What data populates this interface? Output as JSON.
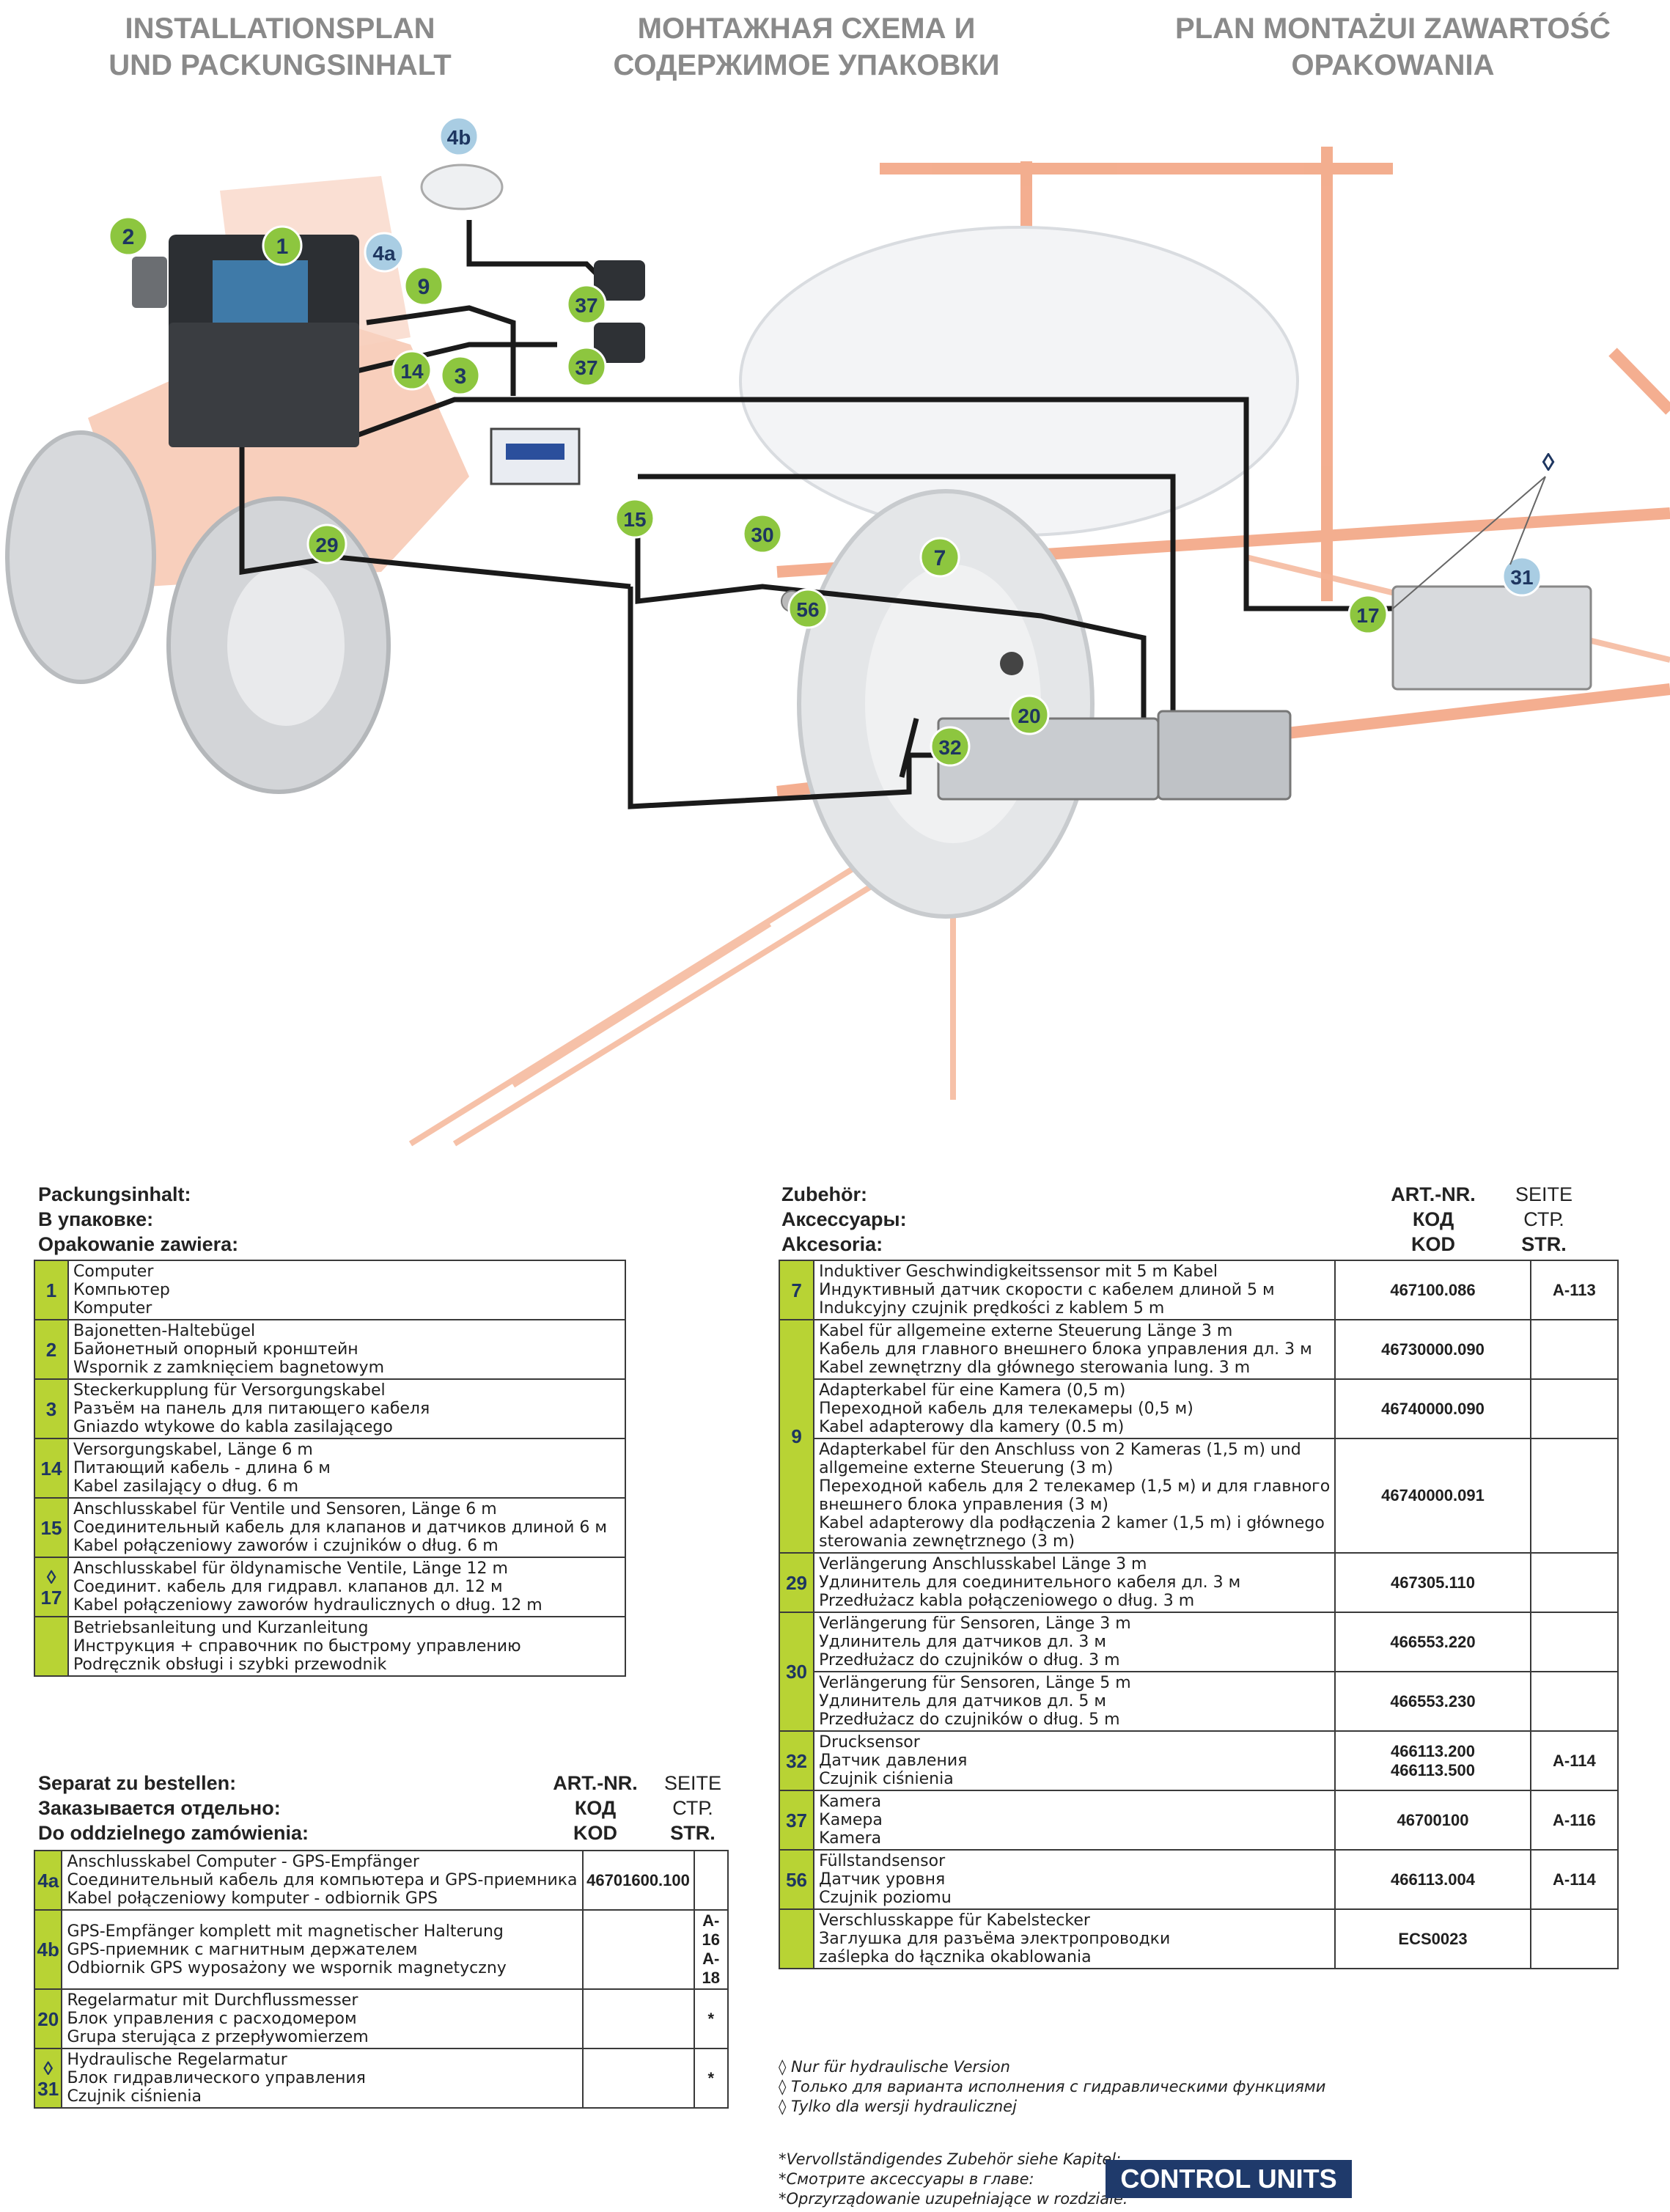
{
  "headers": [
    [
      "INSTALLATIONSPLAN",
      "UND PACKUNGSINHALT"
    ],
    [
      "МОНТАЖНАЯ СХЕМА И",
      "СОДЕРЖИМОЕ УПАКОВКИ"
    ],
    [
      "PLAN MONTAŻUI ZAWARTOŚĆ",
      "OPAKOWANIA"
    ]
  ],
  "diagram": {
    "callouts": [
      "2",
      "1",
      "4a",
      "4b",
      "9",
      "37",
      "37",
      "14",
      "3",
      "29",
      "15",
      "30",
      "7",
      "56",
      "20",
      "32",
      "17",
      "31",
      "◊"
    ],
    "colors": {
      "callout_fill": "#8dc63f",
      "callout_blue": "#a9cde3",
      "frame": "#f08a5d",
      "cable": "#1a1a1a"
    }
  },
  "packaging": {
    "title": [
      "Packungsinhalt:",
      "В упаковке:",
      "Opakowanie zawiera:"
    ],
    "rows": [
      {
        "num": "1",
        "lines": [
          "Computer",
          "Компьютер",
          "Komputer"
        ]
      },
      {
        "num": "2",
        "lines": [
          "Bajonetten-Haltebügel",
          "Байонетный опорный кронштейн",
          "Wspornik z zamknięciem bagnetowym"
        ]
      },
      {
        "num": "3",
        "lines": [
          "Steckerkupplung für Versorgungskabel",
          "Разъём на панель для питающего кабеля",
          "Gniazdo wtykowe do kabla zasilającego"
        ]
      },
      {
        "num": "14",
        "lines": [
          "Versorgungskabel, Länge 6 m",
          "Питающий кабель - длина 6 м",
          "Kabel zasilający o dług. 6 m"
        ]
      },
      {
        "num": "15",
        "lines": [
          "Anschlusskabel für Ventile und Sensoren, Länge 6 m",
          "Соединительный кабель для клапанов и датчиков длиной 6 м",
          "Kabel połączeniowy zaworów i czujników o dług. 6 m"
        ]
      },
      {
        "num": "◊ 17",
        "lines": [
          "Anschlusskabel für öldynamische Ventile, Länge 12 m",
          "Соединит. кабель для гидравл. клапанов дл. 12 м",
          "Kabel połączeniowy zaworów hydraulicznych o dług. 12 m"
        ]
      },
      {
        "num": "",
        "lines": [
          "Betriebsanleitung und Kurzanleitung",
          "Инструкция + справочник по быстрому управлению",
          "Podręcznik obsługi i szybki przewodnik"
        ]
      }
    ]
  },
  "separate": {
    "title": [
      "Separat zu bestellen:",
      "Заказывается отдельно:",
      "Do oddzielnego zamówienia:"
    ],
    "col_code": [
      "ART.-NR.",
      "КОД",
      "KOD"
    ],
    "col_page": [
      "SEITE",
      "СТР.",
      "STR."
    ],
    "rows": [
      {
        "num": "4a",
        "lines": [
          "Anschlusskabel Computer - GPS-Empfänger",
          "Соединительный кабель для компьютера и GPS-приемника",
          "Kabel połączeniowy komputer - odbiornik GPS"
        ],
        "code": "46701600.100",
        "page": ""
      },
      {
        "num": "4b",
        "lines": [
          "GPS-Empfänger komplett mit magnetischer Halterung",
          "GPS-приемник с магнитным держателем",
          "Odbiornik GPS wyposażony we wspornik magnetyczny"
        ],
        "code": "",
        "page": "A-16\nA-18"
      },
      {
        "num": "20",
        "lines": [
          "Regelarmatur mit Durchflussmesser",
          "Блок управления с расходомером",
          "Grupa sterująca z przepływomierzem"
        ],
        "code": "",
        "page": "*"
      },
      {
        "num": "◊ 31",
        "lines": [
          "Hydraulische Regelarmatur",
          "Блок гидравлического управления",
          "Czujnik ciśnienia"
        ],
        "code": "",
        "page": "*"
      }
    ]
  },
  "accessories": {
    "title": [
      "Zubehör:",
      "Аксессуары:",
      "Akcesoria:"
    ],
    "col_code": [
      "ART.-NR.",
      "КОД",
      "KOD"
    ],
    "col_page": [
      "SEITE",
      "СТР.",
      "STR."
    ],
    "rows": [
      {
        "num": "7",
        "lines": [
          "Induktiver Geschwindigkeitssensor mit 5 m Kabel",
          "Индуктивный датчик скорости с кабелем длиной 5 м",
          "Indukcyjny czujnik prędkości z kablem 5 m"
        ],
        "code": "467100.086",
        "page": "A-113"
      },
      {
        "num": "9",
        "lines": [
          "Kabel für allgemeine externe Steuerung Länge 3 m",
          "Кабель для главного внешнего блока управления дл. 3 м",
          "Kabel zewnętrzny dla głównego sterowania lung. 3 m"
        ],
        "code": "46730000.090",
        "page": ""
      },
      {
        "num": "",
        "lines": [
          "Adapterkabel für eine Kamera (0,5 m)",
          "Переходной кабель для телекамеры (0,5 м)",
          "Kabel adapterowy dla kamery (0.5 m)"
        ],
        "code": "46740000.090",
        "page": ""
      },
      {
        "num": "",
        "lines": [
          "Adapterkabel für den Anschluss von 2 Kameras (1,5 m) und",
          "allgemeine externe Steuerung (3 m)",
          "Переходной кабель для 2 телекамер (1,5 м) и для главного",
          "внешнего блока управления (3 м)",
          "Kabel adapterowy dla podłączenia 2 kamer (1,5 m) i głównego",
          "sterowania zewnętrznego (3 m)"
        ],
        "code": "46740000.091",
        "page": ""
      },
      {
        "num": "29",
        "lines": [
          "Verlängerung Anschlusskabel Länge 3 m",
          "Удлинитель для соединительного кабеля дл. 3 м",
          "Przedłużacz kabla połączeniowego o dług. 3 m"
        ],
        "code": "467305.110",
        "page": ""
      },
      {
        "num": "30",
        "lines": [
          "Verlängerung für Sensoren, Länge 3 m",
          "Удлинитель для датчиков дл. 3 м",
          "Przedłużacz do czujników o dług. 3 m"
        ],
        "code": "466553.220",
        "page": ""
      },
      {
        "num": "",
        "lines": [
          "Verlängerung für Sensoren, Länge 5 m",
          "Удлинитель для датчиков дл. 5 м",
          "Przedłużacz do czujników o dług. 5 m"
        ],
        "code": "466553.230",
        "page": ""
      },
      {
        "num": "32",
        "lines": [
          "Drucksensor",
          "Датчик давления",
          "Czujnik ciśnienia"
        ],
        "code": "466113.200\n466113.500",
        "page": "A-114"
      },
      {
        "num": "37",
        "lines": [
          "Kamera",
          "Камера",
          "Kamera"
        ],
        "code": "46700100",
        "page": "A-116"
      },
      {
        "num": "56",
        "lines": [
          "Füllstandsensor",
          "Датчик уровня",
          "Czujnik poziomu"
        ],
        "code": "466113.004",
        "page": "A-114"
      },
      {
        "num": "",
        "lines": [
          "Verschlusskappe für Kabelstecker",
          "Заглушка для разъёма электропроводки",
          "zaślepka do łącznika okablowania"
        ],
        "code": "ECS0023",
        "page": ""
      }
    ]
  },
  "hydraulic_notes": [
    "◊ Nur für hydraulische Version",
    "◊ Только для варианта исполнения с гидравлическими функциями",
    "◊ Tylko dla wersji hydraulicznej"
  ],
  "chapter_notes": [
    "*Vervollständigendes Zubehör siehe Kapitel:",
    "*Смотрите аксессуары в главе:",
    "*Oprzyrządowanie uzupełniające w rozdziale:"
  ],
  "badge": "CONTROL UNITS"
}
